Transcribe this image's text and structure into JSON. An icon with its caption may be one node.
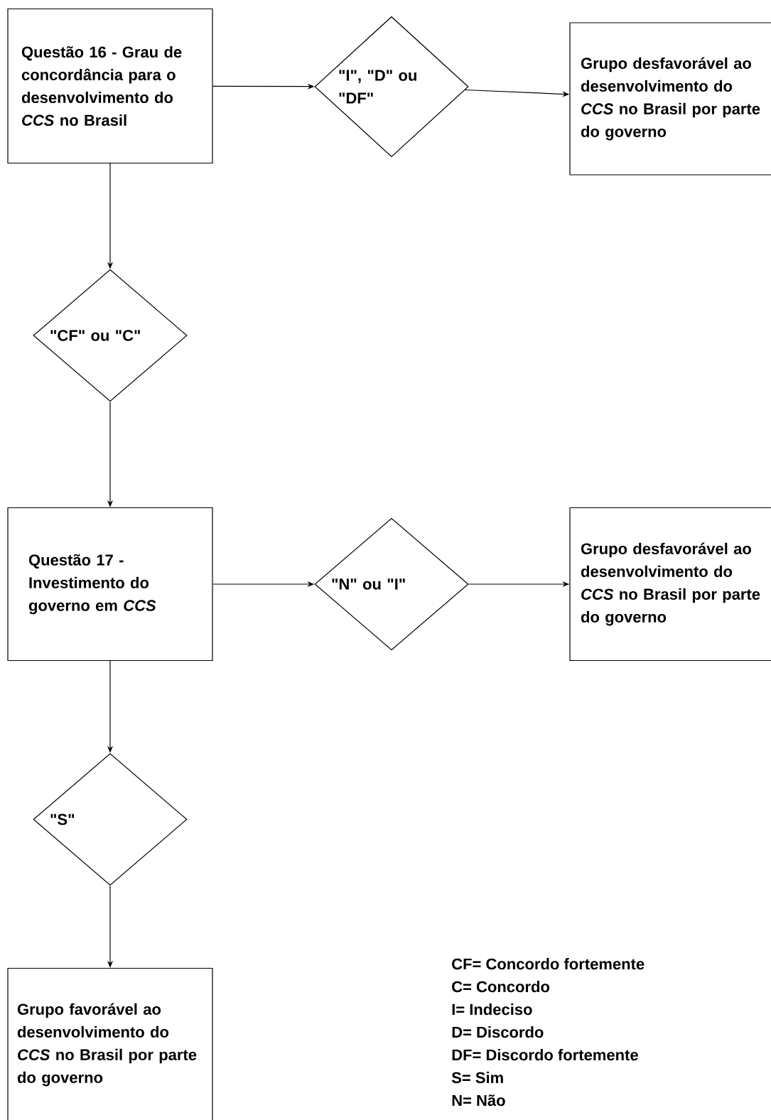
{
  "diagram": {
    "nodes": [
      {
        "text": [
          "Questão 16 - Grau de concordância para o desenvolvimento do *CCS* no Brasil"
        ]
      },
      {
        "text": [
          "\"I\", \"D\" ou \"DF\""
        ]
      },
      {
        "text": [
          "Grupo desfavorável ao desenvolvimento do *CCS* no Brasil por parte do governo"
        ]
      },
      {
        "text": [
          "\"CF\" ou \"C\""
        ]
      },
      {
        "text": [
          "Questão 17 - Investimento do governo em *CCS*"
        ]
      },
      {
        "text": [
          "\"N\" ou \"I\""
        ]
      },
      {
        "text": [
          "Grupo desfavorável ao desenvolvimento do *CCS* no Brasil por parte do governo"
        ]
      },
      {
        "text": [
          "\"S\""
        ]
      },
      {
        "text": [
          "Grupo favorável ao desenvolvimento do *CCS* no Brasil por parte do governo"
        ]
      }
    ],
    "edges": [
      {
        "from": 0,
        "to": 1,
        "arrow": "to"
      },
      {
        "from": 1,
        "to": 2,
        "arrow": "to"
      },
      {
        "from": 0,
        "to": 3,
        "arrow": "to"
      },
      {
        "from": 3,
        "to": 4,
        "arrow": "to"
      },
      {
        "from": 4,
        "to": 5,
        "arrow": "to"
      },
      {
        "from": 5,
        "to": 6,
        "arrow": "to"
      },
      {
        "from": 4,
        "to": 7,
        "arrow": "to"
      },
      {
        "from": 7,
        "to": 8,
        "arrow": "to"
      }
    ],
    "labels": [
      "CF= Concordo fortemente",
      "C= Concordo",
      "I= Indeciso",
      "D= Discordo",
      "DF= Discordo fortemente",
      "S= Sim",
      "N= Não"
    ]
  }
}
